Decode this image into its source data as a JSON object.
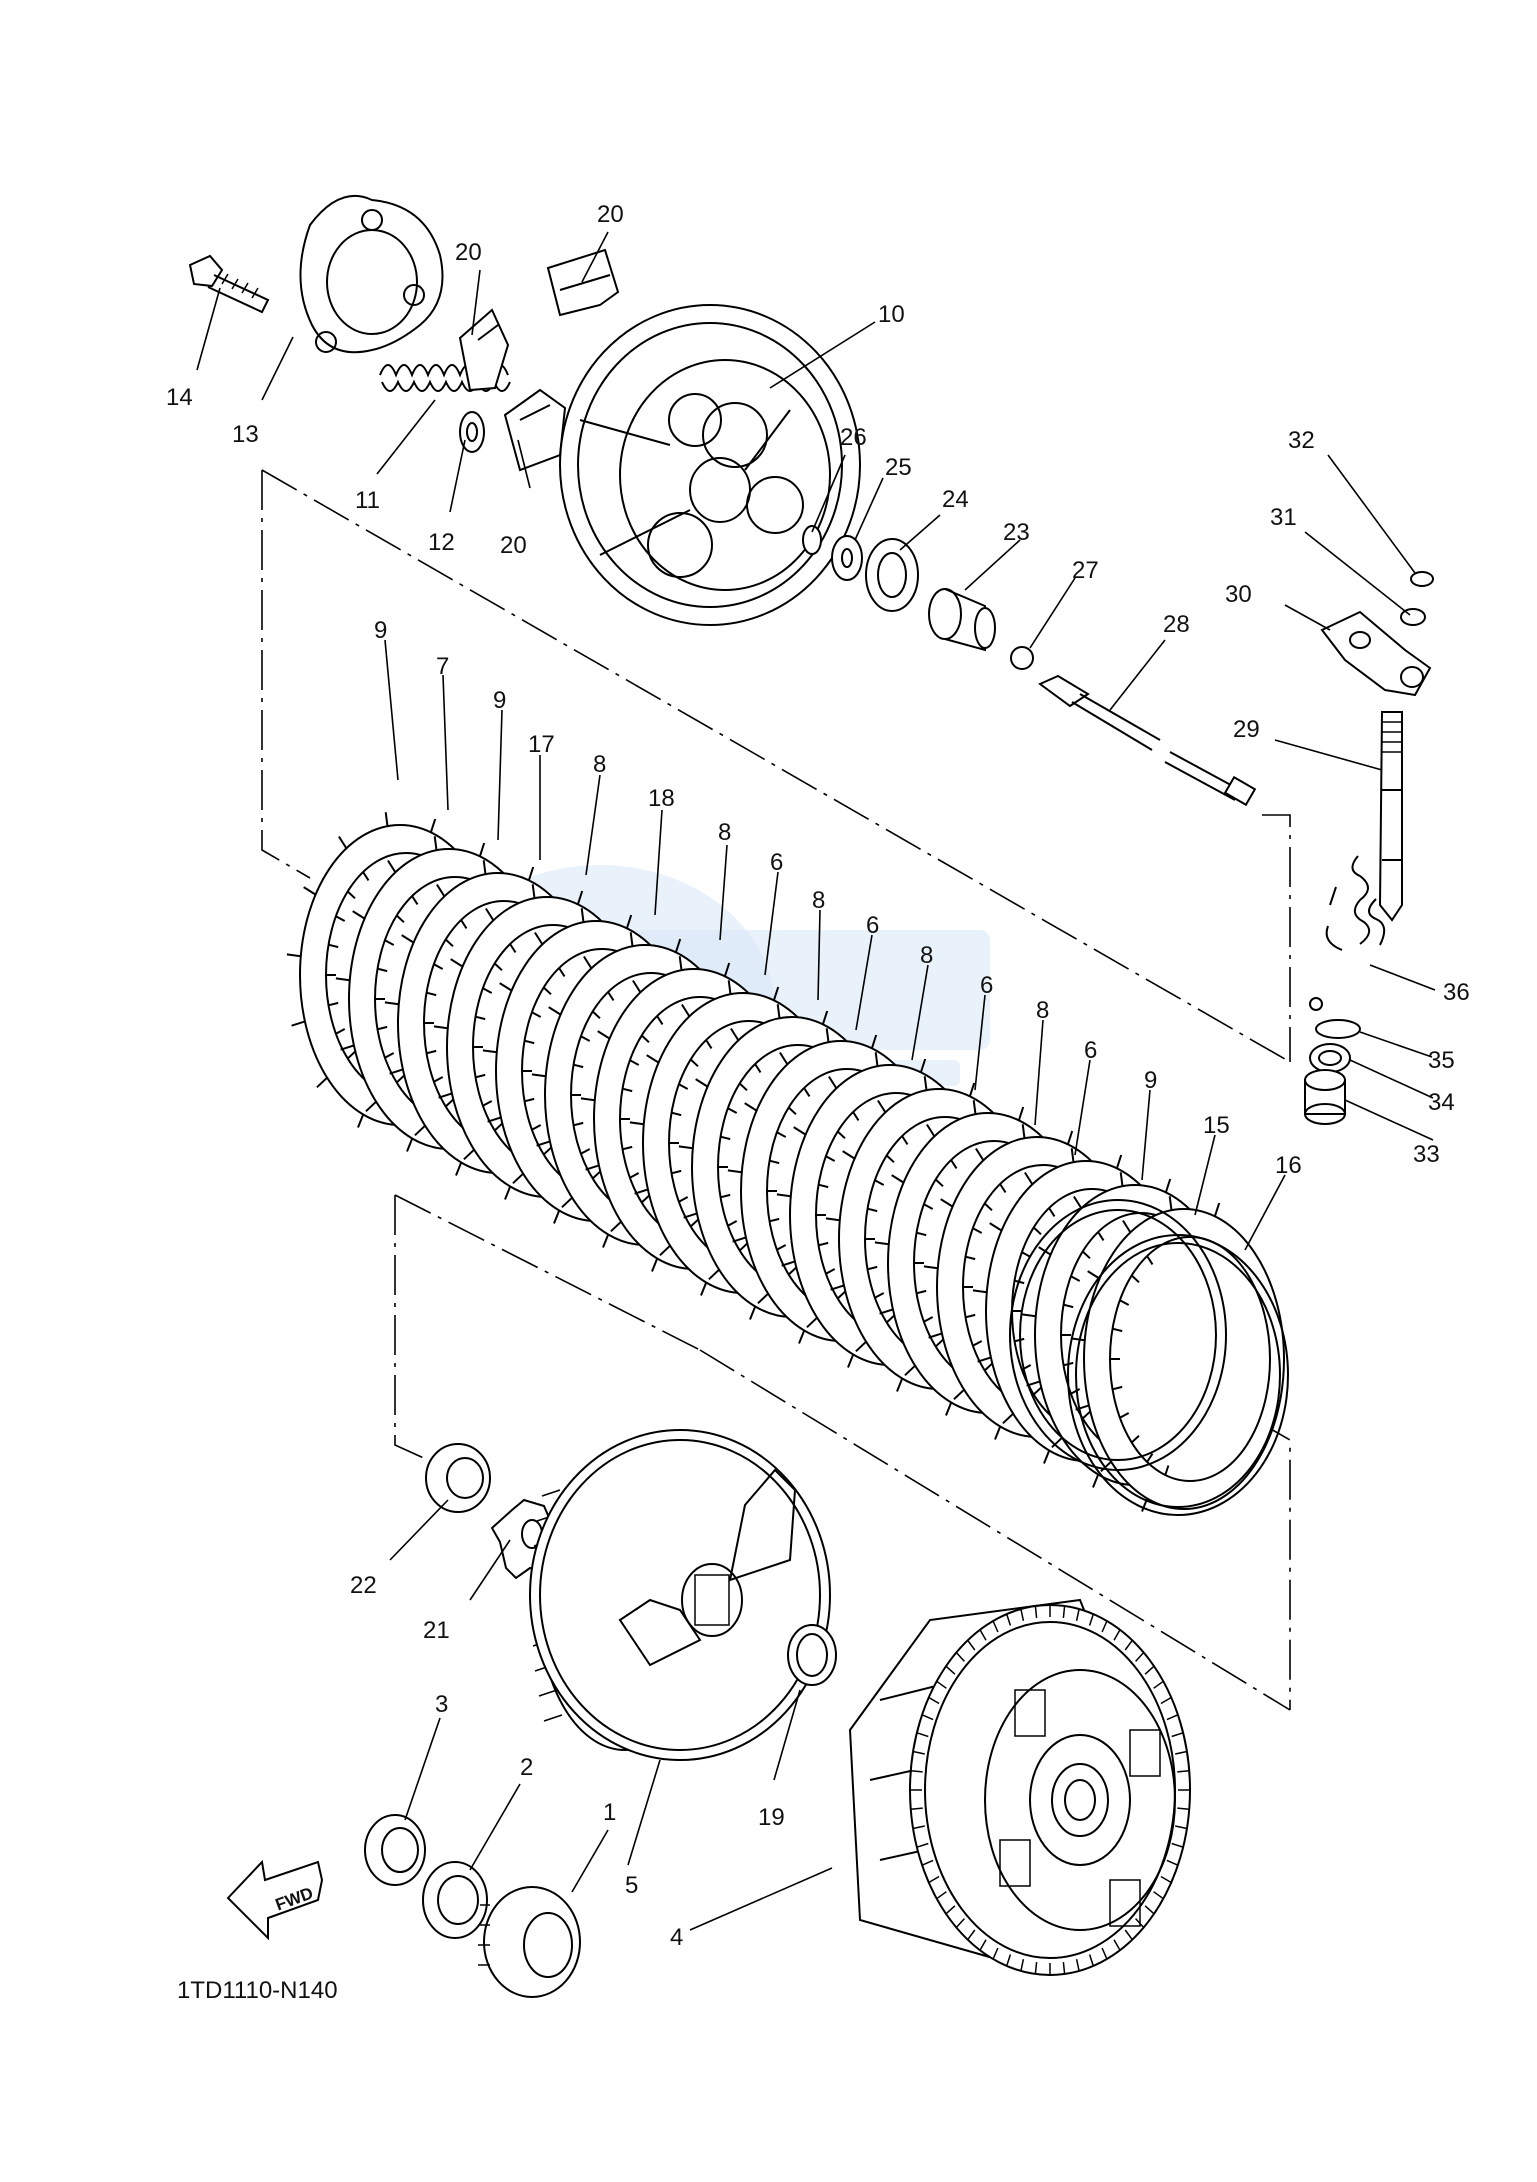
{
  "diagram": {
    "type": "exploded-parts-diagram",
    "drawing_code": "1TD1110-N140",
    "direction_label": "FWD",
    "watermark": "present (blue logo, behind clutch plates)",
    "callouts": [
      "1",
      "2",
      "3",
      "4",
      "5",
      "6",
      "7",
      "8",
      "9",
      "10",
      "11",
      "12",
      "13",
      "14",
      "15",
      "16",
      "17",
      "18",
      "19",
      "20",
      "21",
      "22",
      "23",
      "24",
      "25",
      "26",
      "27",
      "28",
      "29",
      "30",
      "31",
      "32",
      "33",
      "34",
      "35",
      "36"
    ],
    "labels": [
      {
        "id": "l20a",
        "text": "20"
      },
      {
        "id": "l20b",
        "text": "20"
      },
      {
        "id": "l20c",
        "text": "20"
      },
      {
        "id": "l10",
        "text": "10"
      },
      {
        "id": "l14",
        "text": "14"
      },
      {
        "id": "l13",
        "text": "13"
      },
      {
        "id": "l11",
        "text": "11"
      },
      {
        "id": "l12",
        "text": "12"
      },
      {
        "id": "l26",
        "text": "26"
      },
      {
        "id": "l25",
        "text": "25"
      },
      {
        "id": "l24",
        "text": "24"
      },
      {
        "id": "l23",
        "text": "23"
      },
      {
        "id": "l27",
        "text": "27"
      },
      {
        "id": "l28",
        "text": "28"
      },
      {
        "id": "l32",
        "text": "32"
      },
      {
        "id": "l31",
        "text": "31"
      },
      {
        "id": "l30",
        "text": "30"
      },
      {
        "id": "l29",
        "text": "29"
      },
      {
        "id": "l9a",
        "text": "9"
      },
      {
        "id": "l7",
        "text": "7"
      },
      {
        "id": "l9b",
        "text": "9"
      },
      {
        "id": "l17",
        "text": "17"
      },
      {
        "id": "l8a",
        "text": "8"
      },
      {
        "id": "l18",
        "text": "18"
      },
      {
        "id": "l8b",
        "text": "8"
      },
      {
        "id": "l6a",
        "text": "6"
      },
      {
        "id": "l8c",
        "text": "8"
      },
      {
        "id": "l6b",
        "text": "6"
      },
      {
        "id": "l8d",
        "text": "8"
      },
      {
        "id": "l6c",
        "text": "6"
      },
      {
        "id": "l8e",
        "text": "8"
      },
      {
        "id": "l6d",
        "text": "6"
      },
      {
        "id": "l9c",
        "text": "9"
      },
      {
        "id": "l15",
        "text": "15"
      },
      {
        "id": "l16",
        "text": "16"
      },
      {
        "id": "l36",
        "text": "36"
      },
      {
        "id": "l35",
        "text": "35"
      },
      {
        "id": "l34",
        "text": "34"
      },
      {
        "id": "l33",
        "text": "33"
      },
      {
        "id": "l22",
        "text": "22"
      },
      {
        "id": "l21",
        "text": "21"
      },
      {
        "id": "l3",
        "text": "3"
      },
      {
        "id": "l2",
        "text": "2"
      },
      {
        "id": "l1",
        "text": "1"
      },
      {
        "id": "l5",
        "text": "5"
      },
      {
        "id": "l19",
        "text": "19"
      },
      {
        "id": "l4",
        "text": "4"
      }
    ]
  }
}
